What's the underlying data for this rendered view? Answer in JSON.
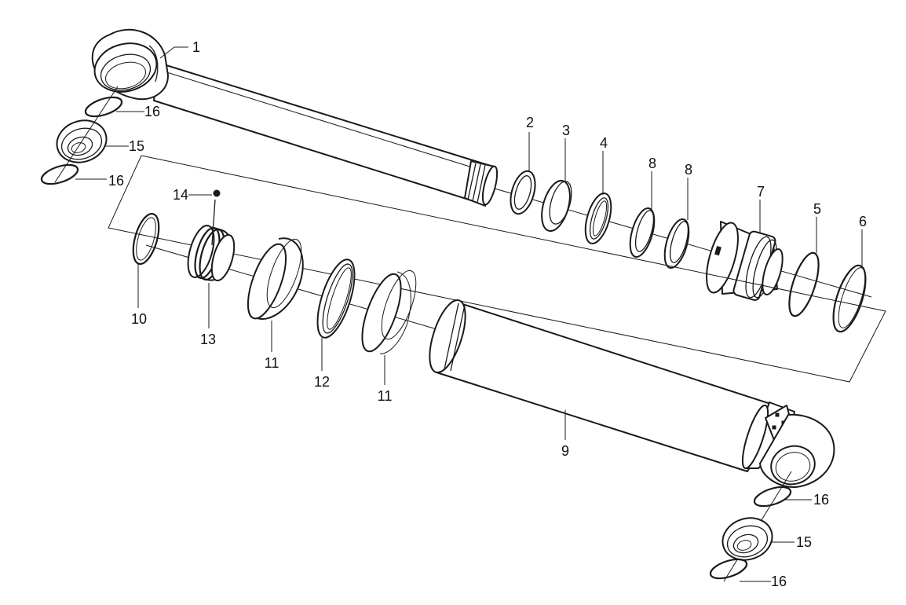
{
  "diagram": {
    "type": "exploded parts diagram",
    "callouts": {
      "c1": "1",
      "c2": "2",
      "c3": "3",
      "c4": "4",
      "c5": "5",
      "c6": "6",
      "c7": "7",
      "c8a": "8",
      "c8b": "8",
      "c9": "9",
      "c10": "10",
      "c11a": "11",
      "c11b": "11",
      "c12": "12",
      "c13": "13",
      "c14": "14",
      "c15a": "15",
      "c15b": "15",
      "c16a": "16",
      "c16b": "16",
      "c16c": "16",
      "c16d": "16"
    }
  }
}
